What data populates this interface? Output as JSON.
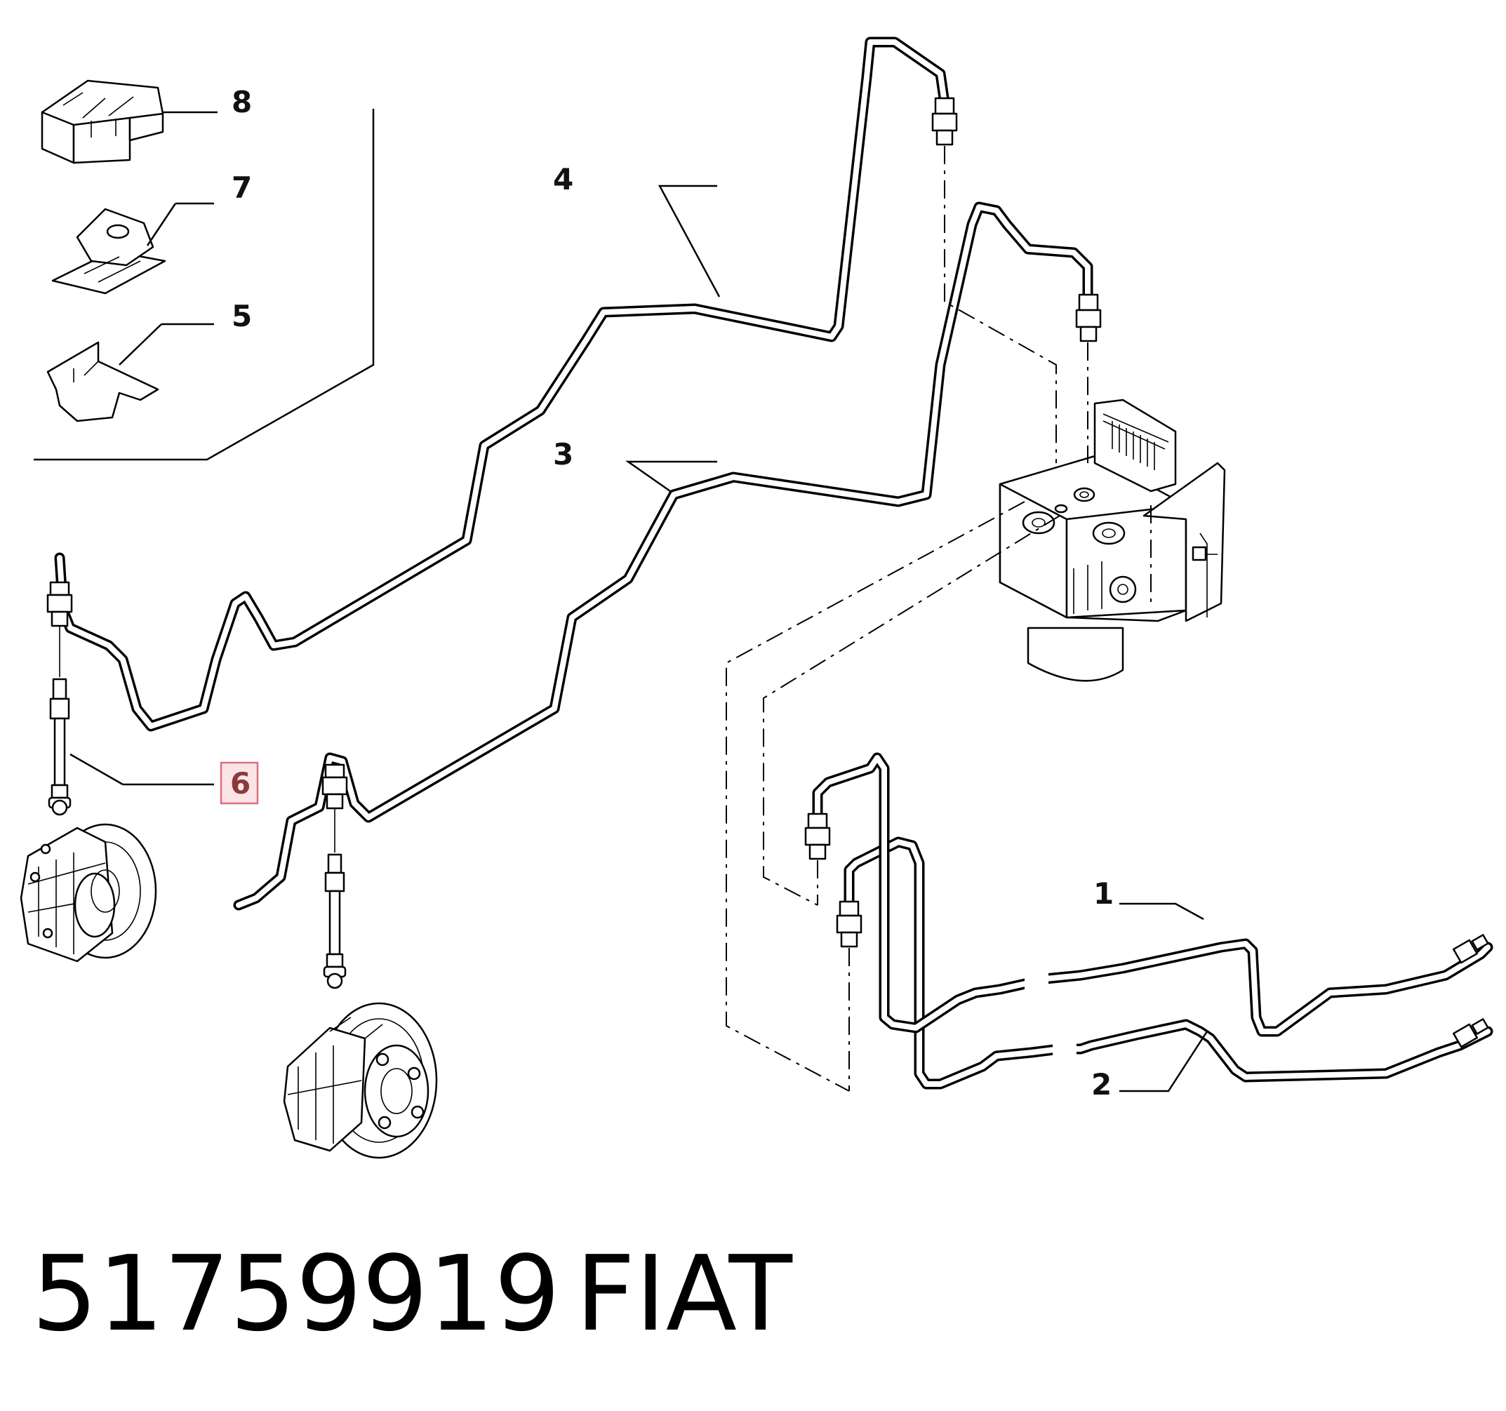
{
  "callouts": [
    {
      "id": "1",
      "label": "1"
    },
    {
      "id": "2",
      "label": "2"
    },
    {
      "id": "3",
      "label": "3"
    },
    {
      "id": "4",
      "label": "4"
    },
    {
      "id": "5",
      "label": "5"
    },
    {
      "id": "6",
      "label": "6",
      "highlighted": true
    },
    {
      "id": "7",
      "label": "7"
    },
    {
      "id": "8",
      "label": "8"
    }
  ],
  "highlight_color": "#d9707a",
  "footer": {
    "part_number": "51759919",
    "brand": "FIAT"
  }
}
